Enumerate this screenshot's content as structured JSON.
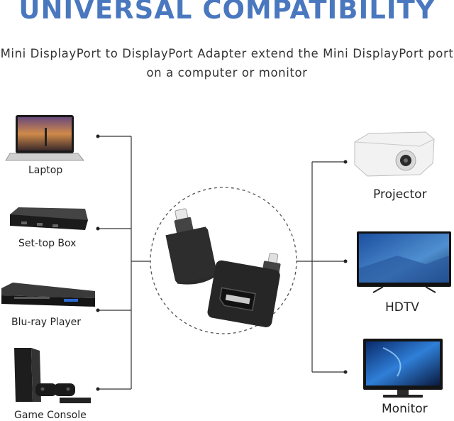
{
  "header": {
    "title": "UNIVERSAL COMPATIBILITY",
    "subtitle_line1": "Mini DisplayPort to DisplayPort Adapter extend the Mini DisplayPort port",
    "subtitle_line2": "on a computer or monitor"
  },
  "sources": [
    {
      "label": "Laptop",
      "icon": "laptop-icon"
    },
    {
      "label": "Set-top Box",
      "icon": "set-top-box-icon"
    },
    {
      "label": "Blu-ray Player",
      "icon": "blu-ray-player-icon"
    },
    {
      "label": "Game Console",
      "icon": "game-console-icon"
    }
  ],
  "displays": [
    {
      "label": "Projector",
      "icon": "projector-icon"
    },
    {
      "label": "HDTV",
      "icon": "hdtv-icon"
    },
    {
      "label": "Monitor",
      "icon": "monitor-icon"
    }
  ],
  "center": {
    "icon": "mini-displayport-adapter-icon"
  },
  "colors": {
    "title": "#4a78bf",
    "line": "#333333",
    "dashed_circle": "#555555"
  }
}
